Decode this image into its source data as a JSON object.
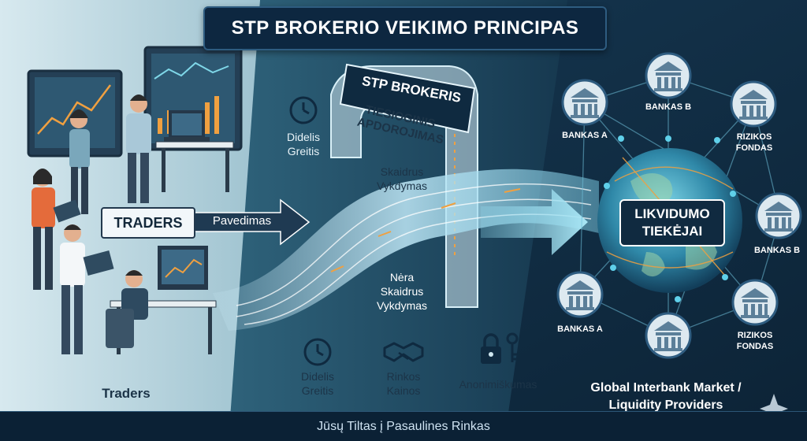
{
  "title": "STP BROKERIO VEIKIMO PRINCIPAS",
  "left": {
    "traders_box": "TRADERS",
    "transfer_label": "Pavedimas",
    "traders_caption": "Traders"
  },
  "bridge": {
    "sign": "STP BROKERIS",
    "sub_line1": "TIESIOGINIS",
    "sub_line2": "APDOROJIMAS",
    "speed_line1": "Didelis",
    "speed_line2": "Greitis",
    "transparent_line1": "Skaidrus",
    "transparent_line2": "Vykdymas",
    "not_line1": "Nėra",
    "not_line2": "Skaidrus",
    "not_line3": "Vykdymas"
  },
  "features": [
    {
      "icon": "clock-icon",
      "line1": "Didelis",
      "line2": "Greitis"
    },
    {
      "icon": "handshake-icon",
      "line1": "Rinkos",
      "line2": "Kainos"
    },
    {
      "icon": "lock-key-icon",
      "line1": "Anonimiškumas",
      "line2": ""
    }
  ],
  "network": {
    "center_line1": "LIKVIDUMO",
    "center_line2": "TIEKĖJAI",
    "nodes": [
      {
        "label_line1": "BANKAS B",
        "label_line2": ""
      },
      {
        "label_line1": "BANKAS A",
        "label_line2": ""
      },
      {
        "label_line1": "RIZIKOS",
        "label_line2": "FONDAS"
      },
      {
        "label_line1": "BANKAS B",
        "label_line2": ""
      },
      {
        "label_line1": "BANKAS A",
        "label_line2": ""
      },
      {
        "label_line1": "RIZIKOS",
        "label_line2": "FONDAS"
      }
    ],
    "caption_line1": "Global Interbank Market /",
    "caption_line2": "Liquidity Providers"
  },
  "footer": "Jūsų Tiltas į Pasaulines Rinkas",
  "colors": {
    "left_bg": "#cfe3ea",
    "right_bg": "#12304a",
    "accent_orange": "#f0a040",
    "accent_cyan": "#5fd0ea",
    "bank_fill": "#5b7f99"
  }
}
